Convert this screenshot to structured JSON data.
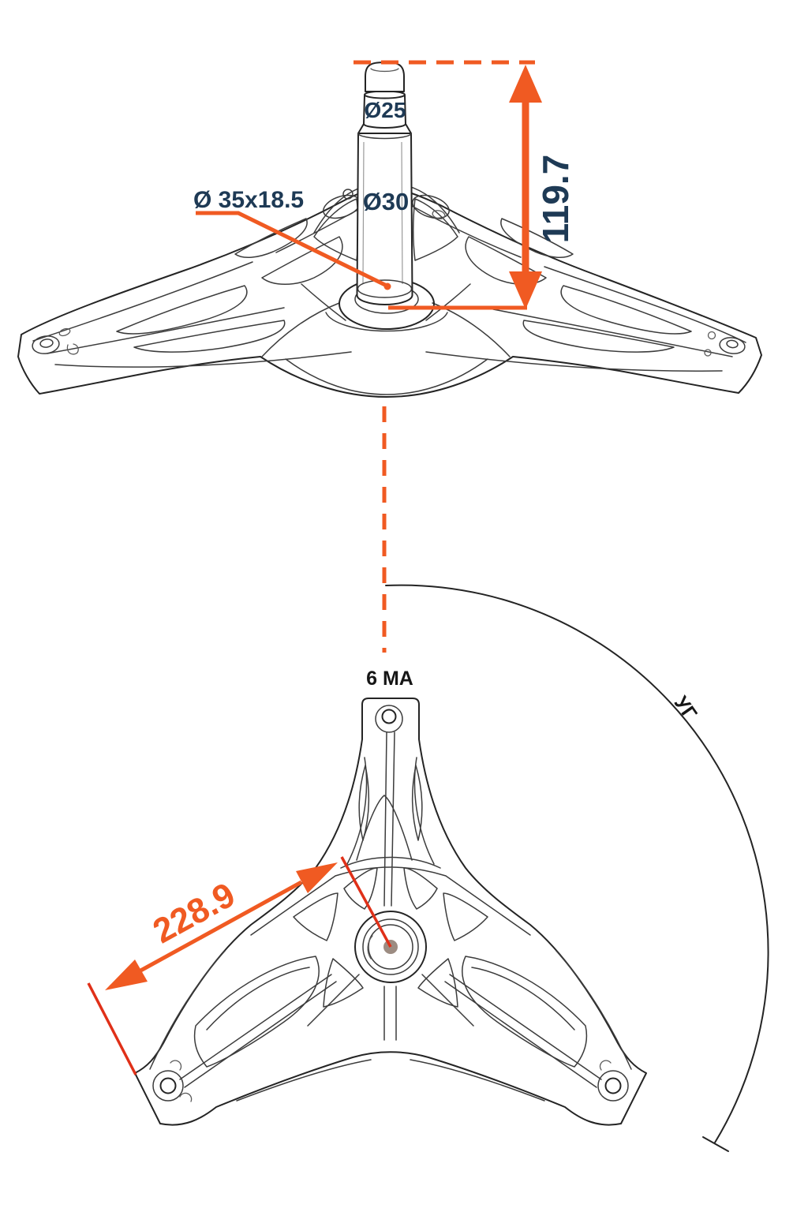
{
  "colors": {
    "orange": "#f05a22",
    "red": "#e03018",
    "navy": "#1e3a55",
    "ink": "#161616",
    "hub_dot": "#9c8c82"
  },
  "side_view": {
    "labels": {
      "shaft_tip_diameter": "Ø25",
      "shaft_diameter": "Ø30",
      "hub_bore": "Ø 35x18.5",
      "shaft_height": "119.7"
    }
  },
  "top_view": {
    "labels": {
      "marking": "6 MA",
      "arm_length": "228.9",
      "angle_mark": "УГ"
    }
  }
}
